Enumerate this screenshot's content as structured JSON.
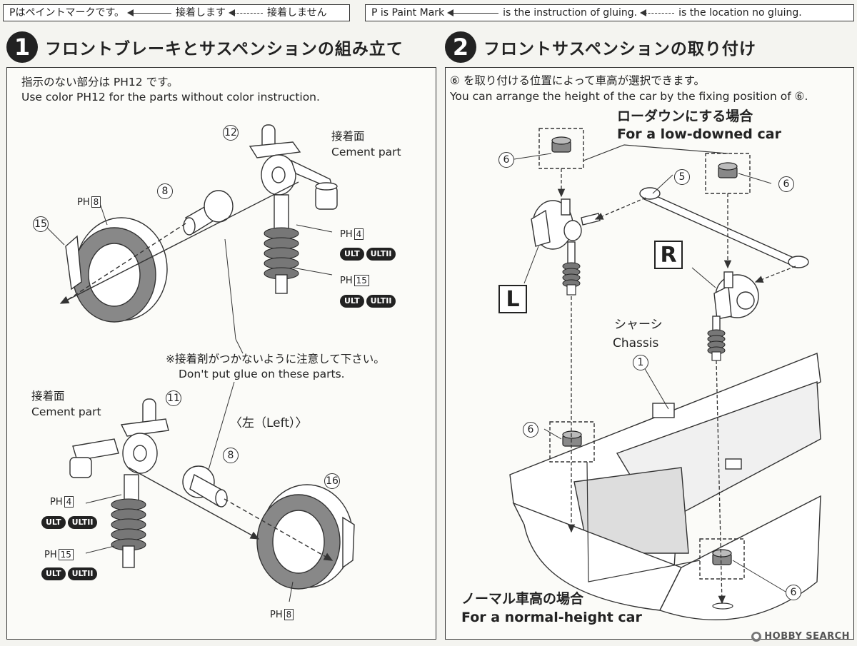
{
  "legend": {
    "jp_paint": "Pはペイントマークです。",
    "jp_glue": "接着します",
    "jp_noglue": "接着しません",
    "en_paint": "P is Paint Mark",
    "en_glue": "is the instruction of gluing.",
    "en_noglue": "is the location no gluing."
  },
  "step1": {
    "num": "1",
    "title": "フロントブレーキとサスペンションの組み立て",
    "note_jp": "指示のない部分は PH12 です。",
    "note_en": "Use color PH12 for the parts without color instruction.",
    "cement_jp": "接着面",
    "cement_en": "Cement part",
    "cement2_jp": "接着面",
    "cement2_en": "Cement part",
    "warn_jp": "※接着剤がつかないように注意して下さい。",
    "warn_en": "Don't put glue on these parts.",
    "left_label": "〈左（Left）〉",
    "callouts": {
      "c12": "12",
      "c8a": "8",
      "c15": "15",
      "c11": "11",
      "c8b": "8",
      "c16": "16"
    },
    "paint": {
      "p1": "8",
      "p2": "4",
      "p3": "15",
      "p4": "4",
      "p5": "15",
      "p6": "8",
      "prefix": "PH"
    },
    "badge_a": "ULT",
    "badge_b": "ULTII"
  },
  "step2": {
    "num": "2",
    "title": "フロントサスペンションの取り付け",
    "note_jp": "⑥ を取り付ける位置によって車高が選択できます。",
    "note_en": "You can arrange the height of the car by the fixing position of ⑥.",
    "low_jp": "ローダウンにする場合",
    "low_en": "For a low-downed car",
    "normal_jp": "ノーマル車高の場合",
    "normal_en": "For a normal-height car",
    "chassis_jp": "シャーシ",
    "chassis_en": "Chassis",
    "L": "L",
    "R": "R",
    "callouts": {
      "c6a": "6",
      "c6b": "6",
      "c5": "5",
      "c1": "1",
      "c6c": "6",
      "c6d": "6"
    }
  },
  "watermark": "HOBBY SEARCH"
}
